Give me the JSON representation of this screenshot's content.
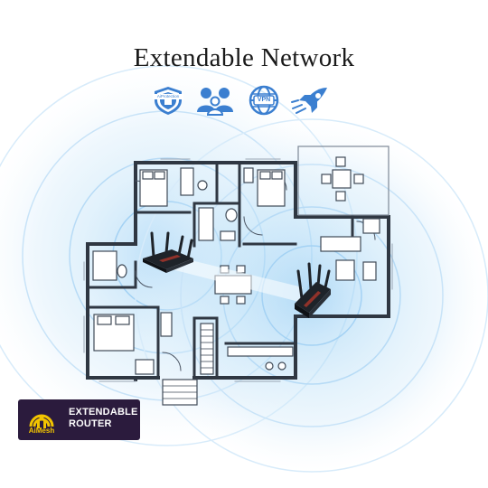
{
  "title": "Extendable Network",
  "features": [
    {
      "icon": "aiprotection-shield-icon",
      "label": "AiProtection"
    },
    {
      "icon": "family-icon",
      "label": ""
    },
    {
      "icon": "vpn-globe-icon",
      "label": "VPN"
    },
    {
      "icon": "gaming-rocket-icon",
      "label": ""
    }
  ],
  "badge": {
    "line1": "EXTENDABLE",
    "line2": "ROUTER",
    "brand": "AiMesh"
  },
  "colors": {
    "coverage": "#9ed2f5",
    "icon_blue": "#3b7fd0",
    "wall": "#2f3742",
    "badge_bg": "#2b1b3d",
    "badge_accent": "#f2c400"
  }
}
